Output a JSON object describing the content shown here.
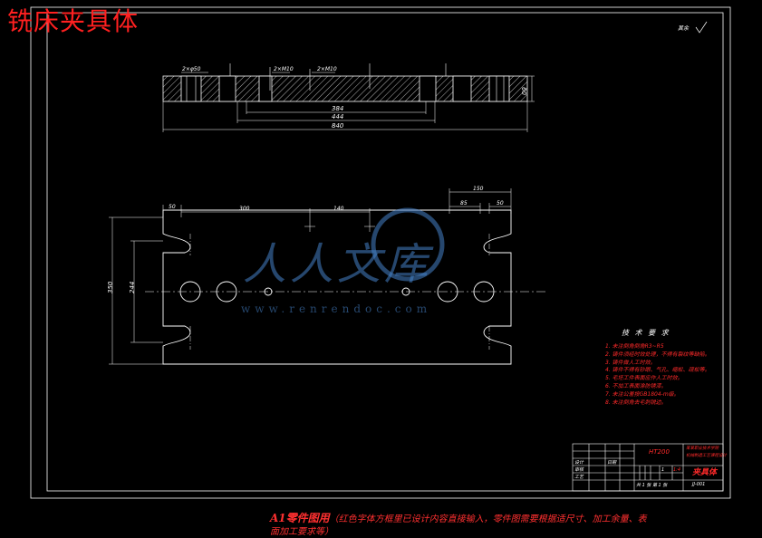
{
  "page_title": "铣床夹具体",
  "corner_note": "其余",
  "top_view_dims": {
    "slot_left": "2×φ50",
    "hole_mid1": "2×M10",
    "hole_mid2": "2×M10",
    "width_384": "384",
    "width_444": "444",
    "width_840": "840",
    "thickness": "60"
  },
  "plan_view_dims": {
    "d50_left": "50",
    "d300": "300",
    "d140": "140",
    "d150": "150",
    "d85": "85",
    "d50_right": "50",
    "h350": "350",
    "h244": "244"
  },
  "watermark": {
    "text": "人人文库",
    "url": "www.renrendoc.com"
  },
  "tech_requirements": {
    "title": "技 术 要 求",
    "items": [
      "1. 未注倒角倒角R3~R5",
      "2. 铸件须经时效处理，不得有裂纹等缺陷。",
      "3. 铸件做人工时效。",
      "4. 铸件不得有砂眼、气孔、缩松、疏松等。",
      "5. 毛坯工件表面应作人工时效。",
      "6. 不加工表面涂防锈漆。",
      "7. 未注公差按GB1804-m级。",
      "8. 未注倒角去毛刺锐边。"
    ]
  },
  "title_block": {
    "material": "HT200",
    "school": "某某职业技术学院",
    "course": "机械制造工艺课程设计",
    "part_name": "夹具体",
    "scale": "1:4",
    "sheet": "共 1 张  第 1 张",
    "drawing_no": "JJ-001",
    "designer": "设计",
    "checker": "审核",
    "craft": "工艺",
    "date": "日期",
    "qty": "1"
  },
  "caption": {
    "lead": "A1零件图用",
    "body": "（红色字体方框里已设计内容直接输入，零件图需要根据适尺寸、加工余量、表面加工要求等）"
  }
}
